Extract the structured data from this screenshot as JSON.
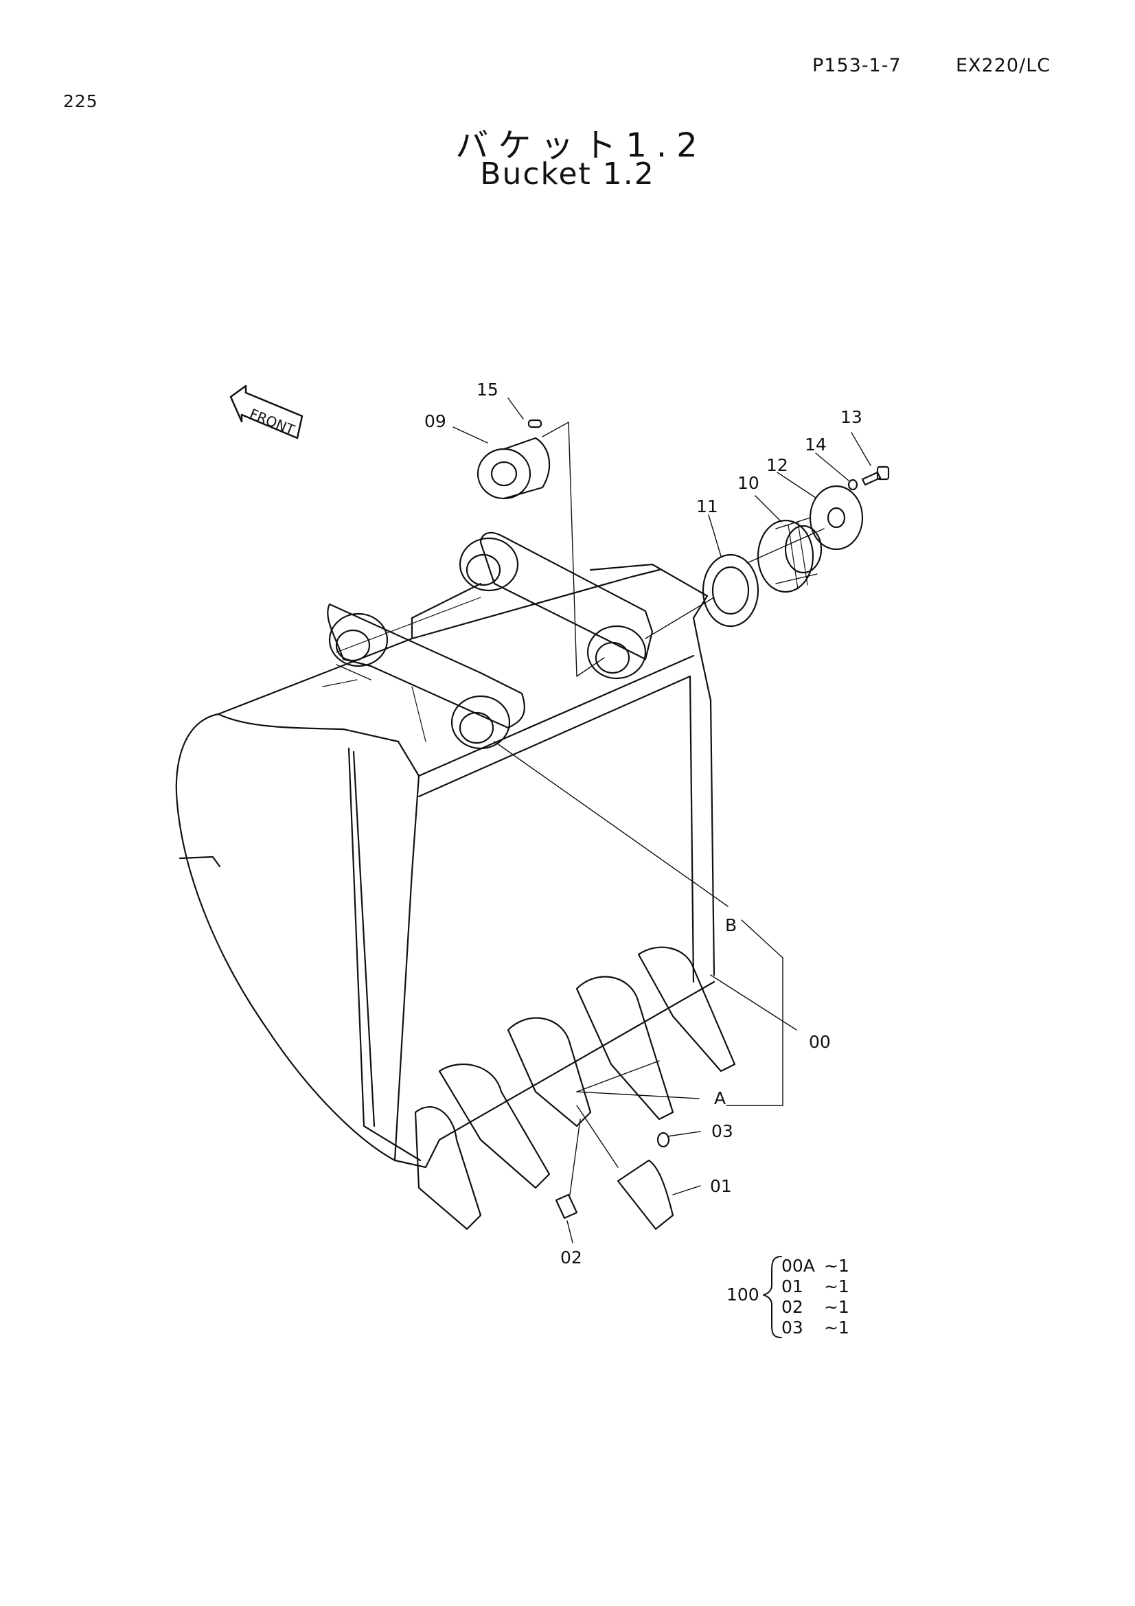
{
  "header": {
    "page_number": "225",
    "page_code": "P153-1-7",
    "model": "EX220/LC"
  },
  "title": {
    "japanese": "バケット1.2",
    "english": "Bucket 1.2"
  },
  "front_indicator": "FRONT",
  "callouts": {
    "c15": "15",
    "c09": "09",
    "c13": "13",
    "c14": "14",
    "c12": "12",
    "c10": "10",
    "c11": "11",
    "cB": "B",
    "c00": "00",
    "cA": "A",
    "c03": "03",
    "c01": "01",
    "c02": "02"
  },
  "assembly": {
    "number": "100",
    "items": [
      {
        "part": "00A",
        "qty": "~1"
      },
      {
        "part": "01",
        "qty": "~1"
      },
      {
        "part": "02",
        "qty": "~1"
      },
      {
        "part": "03",
        "qty": "~1"
      }
    ]
  }
}
